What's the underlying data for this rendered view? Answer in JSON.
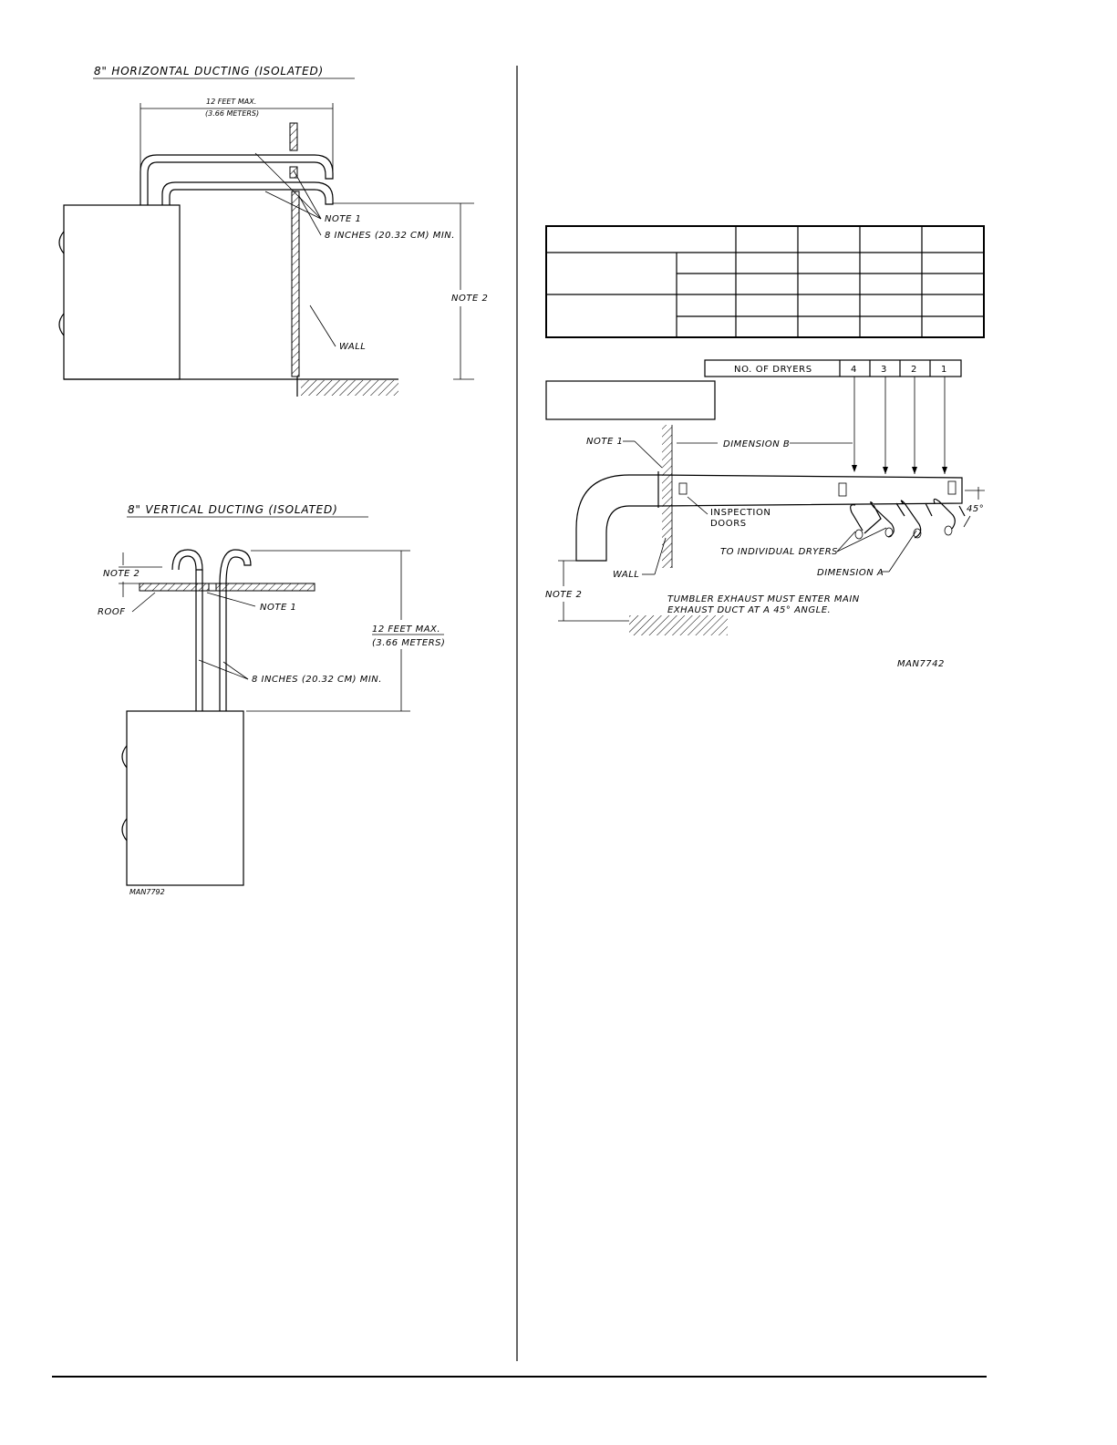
{
  "horizontal": {
    "title": "8\" HORIZONTAL DUCTING (ISOLATED)",
    "max_len_1": "12 FEET MAX.",
    "max_len_2": "(3.66 METERS)",
    "note1": "NOTE 1",
    "min_dist": "8 INCHES (20.32 CM) MIN.",
    "note2": "NOTE 2",
    "wall": "WALL"
  },
  "vertical": {
    "title": "8\" VERTICAL DUCTING (ISOLATED)",
    "note2": "NOTE 2",
    "roof": "ROOF",
    "note1": "NOTE 1",
    "max_len_1": "12 FEET MAX.",
    "max_len_2": "(3.66 METERS)",
    "min_dist": "8 INCHES (20.32 CM) MIN.",
    "code": "MAN7792"
  },
  "common": {
    "dryers_label": "NO. OF DRYERS",
    "dryer_numbers": [
      "4",
      "3",
      "2",
      "1"
    ],
    "note1": "NOTE 1",
    "dimension_b": "DIMENSION B",
    "inspection_1": "INSPECTION",
    "inspection_2": "DOORS",
    "to_dryers": "TO INDIVIDUAL DRYERS",
    "dimension_a": "DIMENSION A",
    "wall": "WALL",
    "note2": "NOTE 2",
    "angle": "45°",
    "exhaust_1": "TUMBLER EXHAUST MUST ENTER MAIN",
    "exhaust_2": "EXHAUST DUCT AT A 45° ANGLE.",
    "code": "MAN7742"
  }
}
